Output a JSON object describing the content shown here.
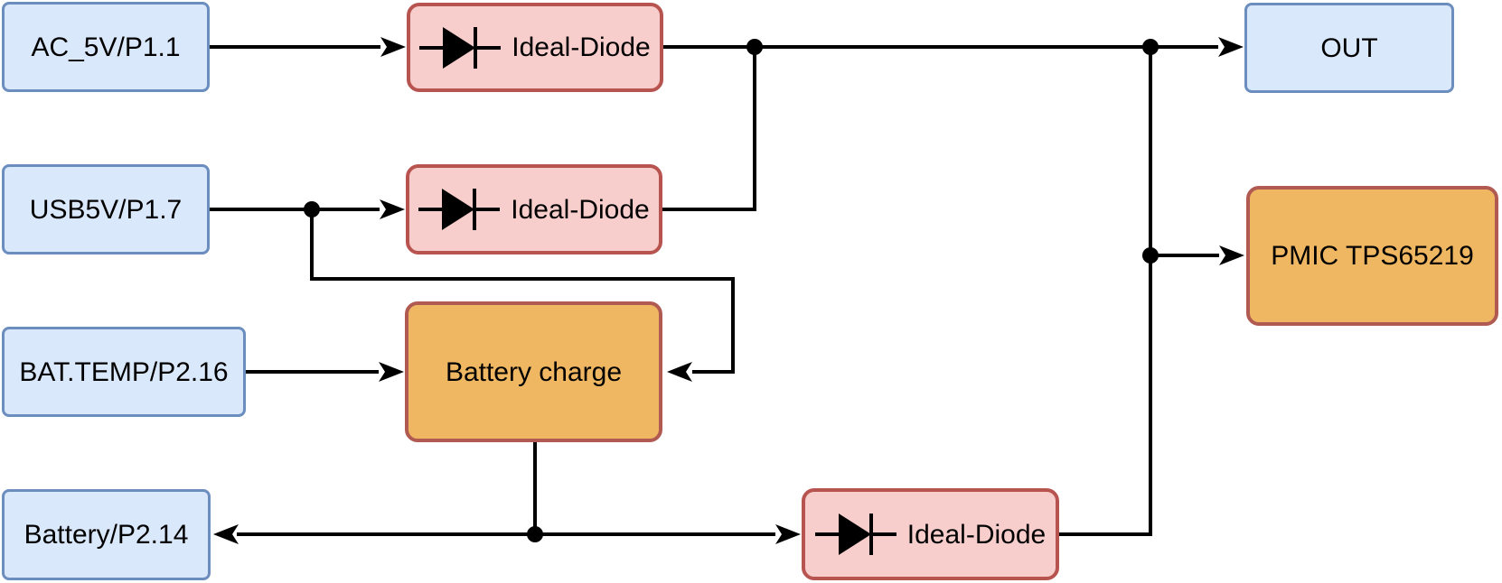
{
  "diagram": {
    "background": "#ffffff",
    "colors": {
      "input_fill": "#dae8fc",
      "input_stroke": "#6c8ebf",
      "diode_fill": "#f8cecc",
      "diode_stroke": "#b85450",
      "block_fill": "#f0b763",
      "block_stroke": "#b05a52",
      "wire": "#000000",
      "text": "#000000",
      "background": "#ffffff"
    },
    "nodes": {
      "ac5v": {
        "label": "AC_5V/P1.1"
      },
      "usb5v": {
        "label": "USB5V/P1.7"
      },
      "battemp": {
        "label": "BAT.TEMP/P2.16"
      },
      "battery": {
        "label": "Battery/P2.14"
      },
      "diode1": {
        "label": "Ideal-Diode"
      },
      "diode2": {
        "label": "Ideal-Diode"
      },
      "diode3": {
        "label": "Ideal-Diode"
      },
      "charge": {
        "label": "Battery charge"
      },
      "pmic": {
        "label": "PMIC TPS65219"
      },
      "out": {
        "label": "OUT"
      }
    },
    "edges": [
      {
        "from": "AC_5V/P1.1",
        "to": "Ideal-Diode (top)",
        "style": "arrow"
      },
      {
        "from": "Ideal-Diode (top)",
        "to": "OUT",
        "style": "arrow, via top rail with junctions"
      },
      {
        "from": "USB5V/P1.7",
        "to": "Ideal-Diode (middle)",
        "style": "arrow, junction on line"
      },
      {
        "from": "Ideal-Diode (middle)",
        "to": "top rail",
        "style": "line joining junction"
      },
      {
        "from": "USB5V/P1.7 junction",
        "to": "Battery charge (right side)",
        "style": "arrow, routed around middle diode"
      },
      {
        "from": "BAT.TEMP/P2.16",
        "to": "Battery charge (left side)",
        "style": "arrow"
      },
      {
        "from": "Battery charge (bottom)",
        "to": "battery rail junction",
        "style": "line"
      },
      {
        "from": "battery rail",
        "to": "Battery/P2.14",
        "style": "arrow pointing left"
      },
      {
        "from": "battery rail",
        "to": "Ideal-Diode (bottom)",
        "style": "arrow"
      },
      {
        "from": "Ideal-Diode (bottom)",
        "to": "right rail",
        "style": "line up to top rail"
      },
      {
        "from": "right rail junction",
        "to": "PMIC TPS65219",
        "style": "arrow"
      }
    ]
  }
}
